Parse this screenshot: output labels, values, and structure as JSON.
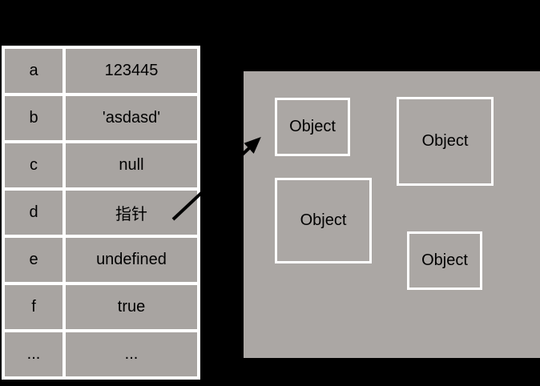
{
  "colors": {
    "background": "#000000",
    "cell_gray": "#a8a4a1",
    "heap_gray": "#aba7a4",
    "border_white": "#ffffff",
    "text": "#000000",
    "arrow": "#000000"
  },
  "stack_table": {
    "rows": [
      {
        "name": "a",
        "value": "123445"
      },
      {
        "name": "b",
        "value": "'asdasd'"
      },
      {
        "name": "c",
        "value": "null"
      },
      {
        "name": "d",
        "value": "指针"
      },
      {
        "name": "e",
        "value": "undefined"
      },
      {
        "name": "f",
        "value": "true"
      },
      {
        "name": "...",
        "value": "..."
      }
    ]
  },
  "heap": {
    "objects": [
      {
        "label": "Object"
      },
      {
        "label": "Object"
      },
      {
        "label": "Object"
      },
      {
        "label": "Object"
      }
    ]
  },
  "icons": {
    "pointer_arrow": "arrow-up-right"
  }
}
